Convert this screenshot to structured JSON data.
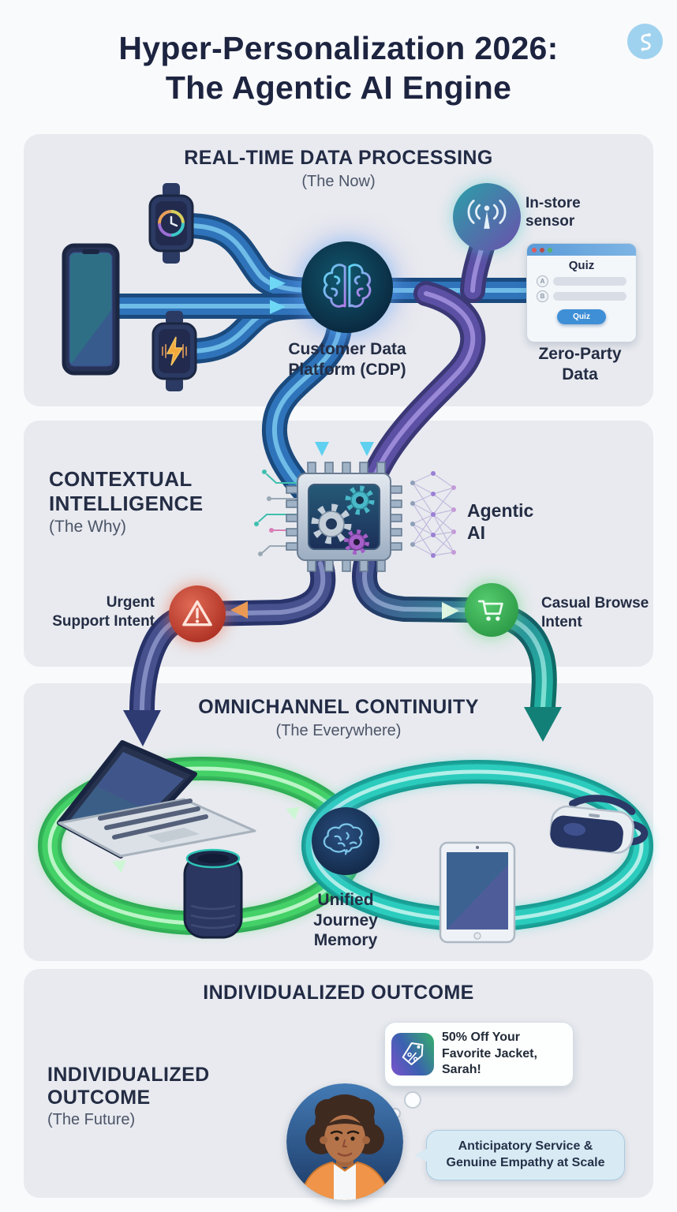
{
  "colors": {
    "background": "#f9fafc",
    "panel": "#e8eaef",
    "title_navy": "#1d2440",
    "pipe_blue": "#2f74ba",
    "pipe_purple": "#5b50a4",
    "loop_green": "#44d167",
    "loop_teal": "#2bccbd",
    "alert_red": "#b03325",
    "success_green": "#2e9c48",
    "accent_cyan": "#79c9ef",
    "quiz_button_blue": "#3f8fd6"
  },
  "header": {
    "title_line1": "Hyper-Personalization 2026:",
    "title_line2": "The Agentic AI Engine"
  },
  "realtime": {
    "title": "REAL-TIME DATA PROCESSING",
    "subtitle": "(The Now)",
    "cdp_line1": "Customer Data",
    "cdp_line2": "Platform (CDP)",
    "sensor_line1": "In-store",
    "sensor_line2": "sensor",
    "quiz_title": "Quiz",
    "quiz_option_a": "A",
    "quiz_option_b": "B",
    "quiz_button": "Quiz",
    "zero_line1": "Zero-Party",
    "zero_line2": "Data"
  },
  "contextual": {
    "title_line1": "CONTEXTUAL",
    "title_line2": "INTELLIGENCE",
    "subtitle": "(The Why)",
    "agentic_line1": "Agentic",
    "agentic_line2": "AI",
    "urgent_line1": "Urgent",
    "urgent_line2": "Support Intent",
    "casual_line1": "Casual Browse",
    "casual_line2": "Intent"
  },
  "omnichannel": {
    "title": "OMNICHANNEL CONTINUITY",
    "subtitle": "(The Everywhere)",
    "memory_line1": "Unified",
    "memory_line2": "Journey",
    "memory_line3": "Memory"
  },
  "outcome": {
    "title": "INDIVIDUALIZED OUTCOME",
    "side_line1": "INDIVIDUALIZED",
    "side_line2": "OUTCOME",
    "subtitle": "(The Future)",
    "offer_line1": "50% Off Your",
    "offer_line2": "Favorite Jacket,",
    "offer_line3": "Sarah!",
    "speech_line1": "Anticipatory Service &",
    "speech_line2": "Genuine Empathy at Scale"
  }
}
